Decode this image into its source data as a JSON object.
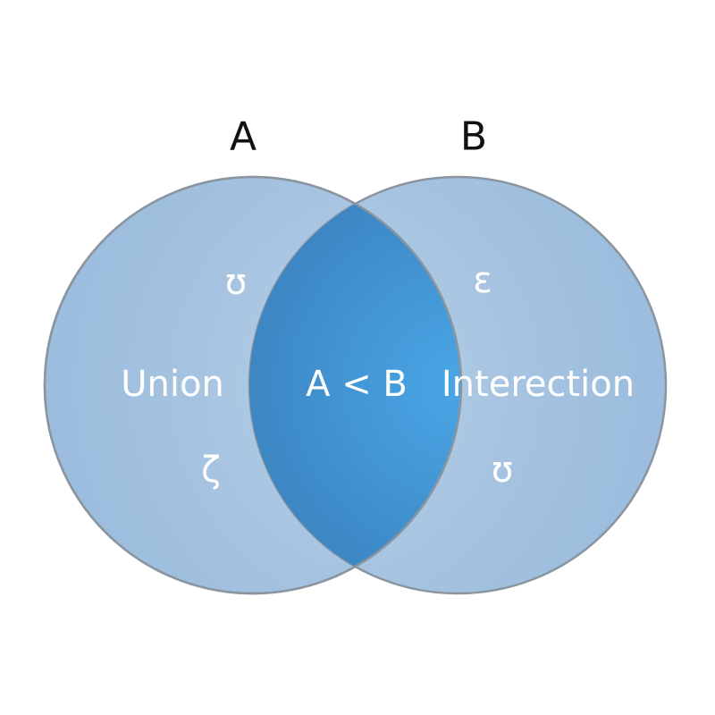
{
  "sets": {
    "a_label": "A",
    "b_label": "B"
  },
  "regions": {
    "left": "Union",
    "center": "A < B",
    "right": "Interection"
  },
  "symbols": {
    "left_top": "ʊ",
    "left_bottom": "ζ",
    "right_top": "ε",
    "right_bottom": "ʊ"
  },
  "colors": {
    "circle_fill": "#9dbfdf",
    "intersection_fill": "#3a8ccc",
    "stroke": "#8a95a0"
  }
}
